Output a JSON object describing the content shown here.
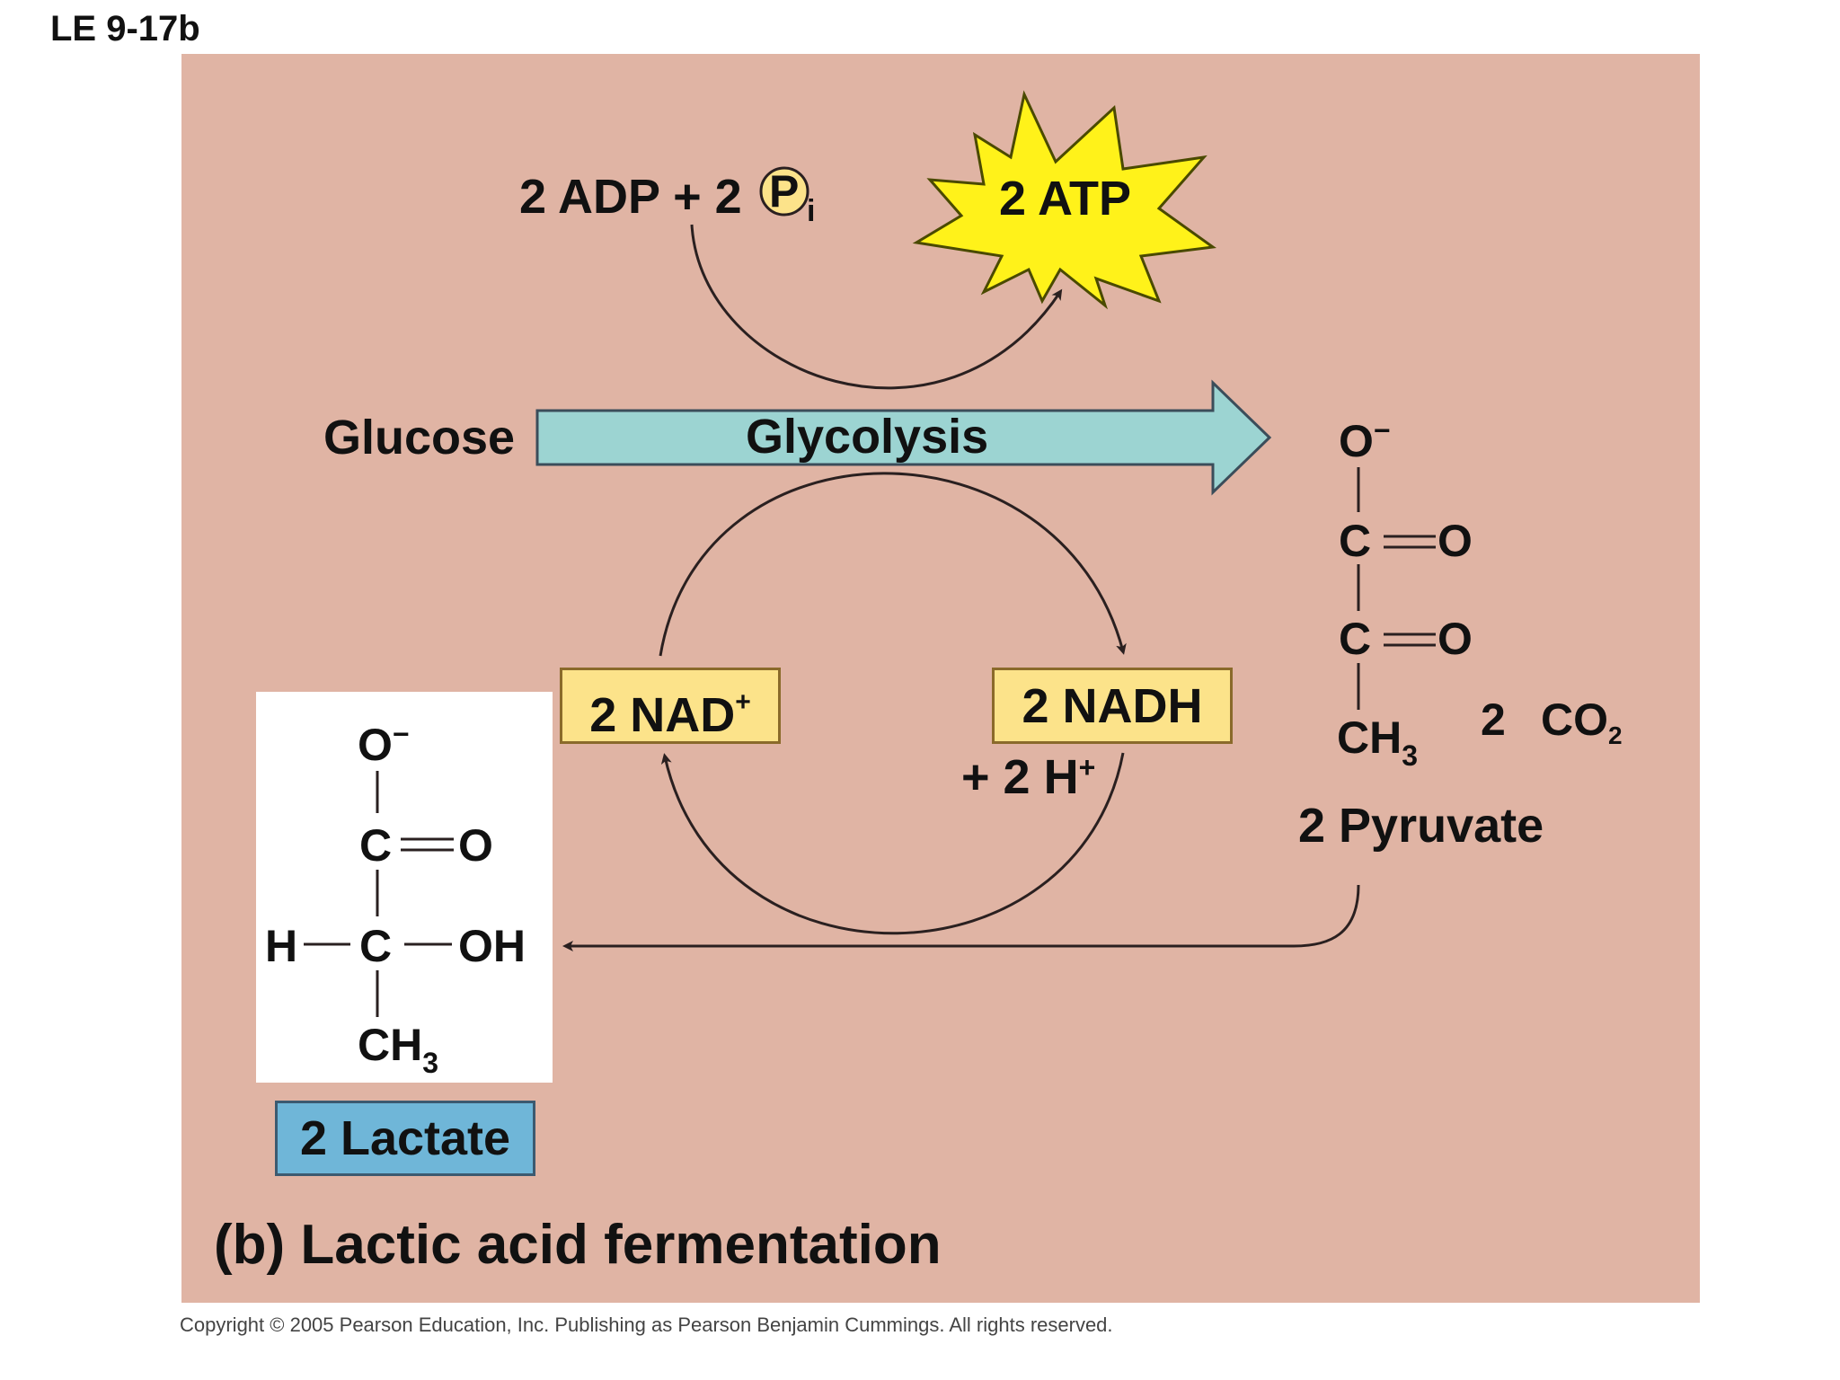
{
  "figure_label": "LE 9-17b",
  "inputs": {
    "adp": "2 ADP + 2",
    "pi_symbol": "P",
    "pi_subscript": "i"
  },
  "atp": "2 ATP",
  "glucose": "Glucose",
  "glycolysis": "Glycolysis",
  "nad": {
    "label": "2 NAD",
    "charge": "+"
  },
  "nadh": {
    "label": "2 NADH",
    "protons": "+ 2 H",
    "protons_charge": "+"
  },
  "pyruvate": {
    "o_minus": "O",
    "minus": "−",
    "c1": "C",
    "o1": "O",
    "c2": "C",
    "o2": "O",
    "ch": "CH",
    "sub3": "3",
    "count": "2",
    "co2": "CO",
    "co2_sub": "2",
    "label": "2 Pyruvate"
  },
  "lactate": {
    "o_minus": "O",
    "minus": "−",
    "c1": "C",
    "o1": "O",
    "h": "H",
    "c2": "C",
    "oh": "OH",
    "ch": "CH",
    "sub3": "3",
    "label": "2 Lactate"
  },
  "caption": "(b) Lactic acid fermentation",
  "copyright": "Copyright © 2005 Pearson Education, Inc. Publishing as Pearson Benjamin Cummings. All rights reserved.",
  "colors": {
    "panel": "#e0b4a4",
    "arrow": "#9cd4d2",
    "box": "#fce38a",
    "burst": "#fff21a",
    "lactate_label": "#6fb6d8"
  }
}
